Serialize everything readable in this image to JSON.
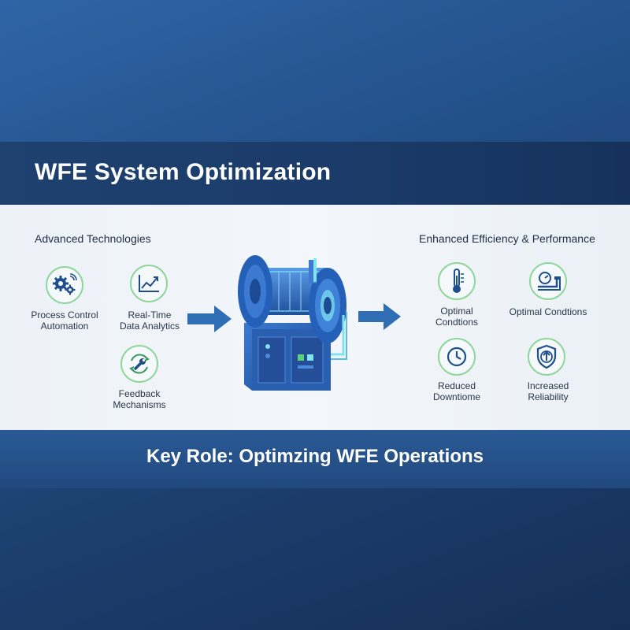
{
  "header": {
    "title": "WFE System Optimization"
  },
  "footer": {
    "title": "Key Role: Optimzing WFE Operations"
  },
  "left": {
    "heading": "Advanced Technologies",
    "items": [
      {
        "icon": "gears-icon",
        "line1": "Process Control",
        "line2": "Automation"
      },
      {
        "icon": "chart-trend-icon",
        "line1": "Real-Time",
        "line2": "Data Analytics"
      },
      {
        "icon": "wrench-cycle-icon",
        "line1": "Feedback",
        "line2": "Mechanisms"
      }
    ]
  },
  "right": {
    "heading": "Enhanced Efficiency & Performance",
    "items": [
      {
        "icon": "thermometer-icon",
        "line1": "Optimal",
        "line2": "Condtions"
      },
      {
        "icon": "gauge-pipe-icon",
        "line1": "Optimal Condtions",
        "line2": ""
      },
      {
        "icon": "clock-icon",
        "line1": "Reduced",
        "line2": "Downtiome"
      },
      {
        "icon": "shield-up-icon",
        "line1": "Increased",
        "line2": "Reliability"
      }
    ]
  },
  "colors": {
    "accent_green": "#8fd69a",
    "icon_blue": "#1f4f8a",
    "arrow_blue": "#2f6db5",
    "machine_blue": "#2a63b8",
    "pipe_cyan": "#7fe3f0"
  }
}
